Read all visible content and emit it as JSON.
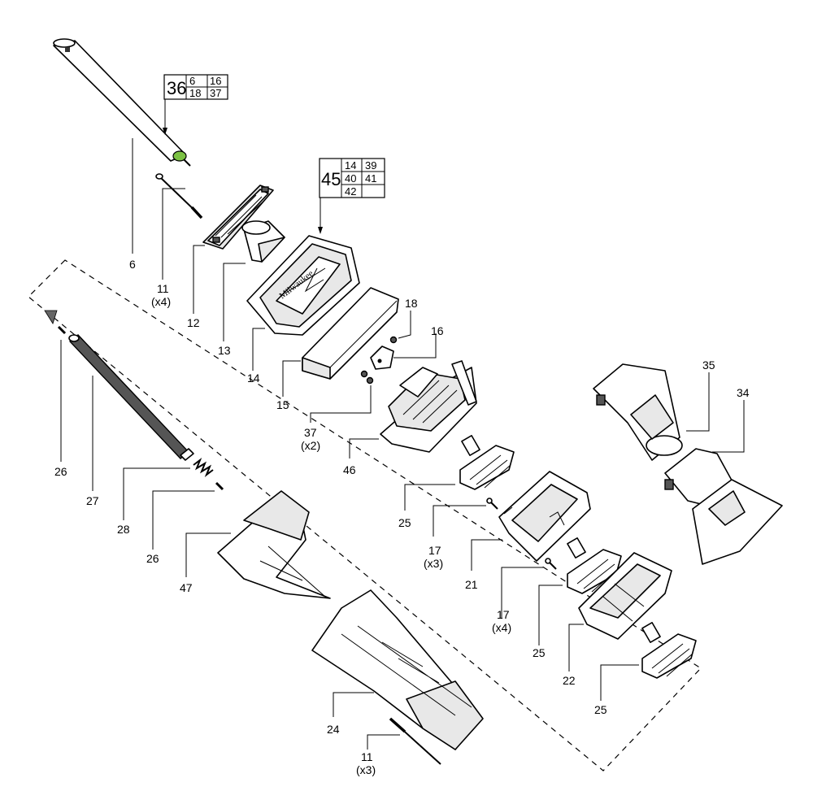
{
  "colors": {
    "accent": "#7bc143",
    "ink": "#000000"
  },
  "labels": {
    "p6": "6",
    "p11a": "11",
    "p11a_qty": "(x4)",
    "p12": "12",
    "p13": "13",
    "p14": "14",
    "p15": "15",
    "p16": "16",
    "p18": "18",
    "p37": "37",
    "p37_qty": "(x2)",
    "p46": "46",
    "p35": "35",
    "p34": "34",
    "p25a": "25",
    "p17a": "17",
    "p17a_qty": "(x3)",
    "p21": "21",
    "p17b": "17",
    "p17b_qty": "(x4)",
    "p25b": "25",
    "p22": "22",
    "p25c": "25",
    "p26a": "26",
    "p27": "27",
    "p28": "28",
    "p26b": "26",
    "p47": "47",
    "p24": "24",
    "p11b": "11",
    "p11b_qty": "(x3)"
  },
  "kits": {
    "k36": {
      "main": "36",
      "cells": [
        "6",
        "16",
        "18",
        "37"
      ]
    },
    "k45": {
      "main": "45",
      "cells": [
        "14",
        "39",
        "40",
        "41",
        "42",
        ""
      ]
    }
  }
}
